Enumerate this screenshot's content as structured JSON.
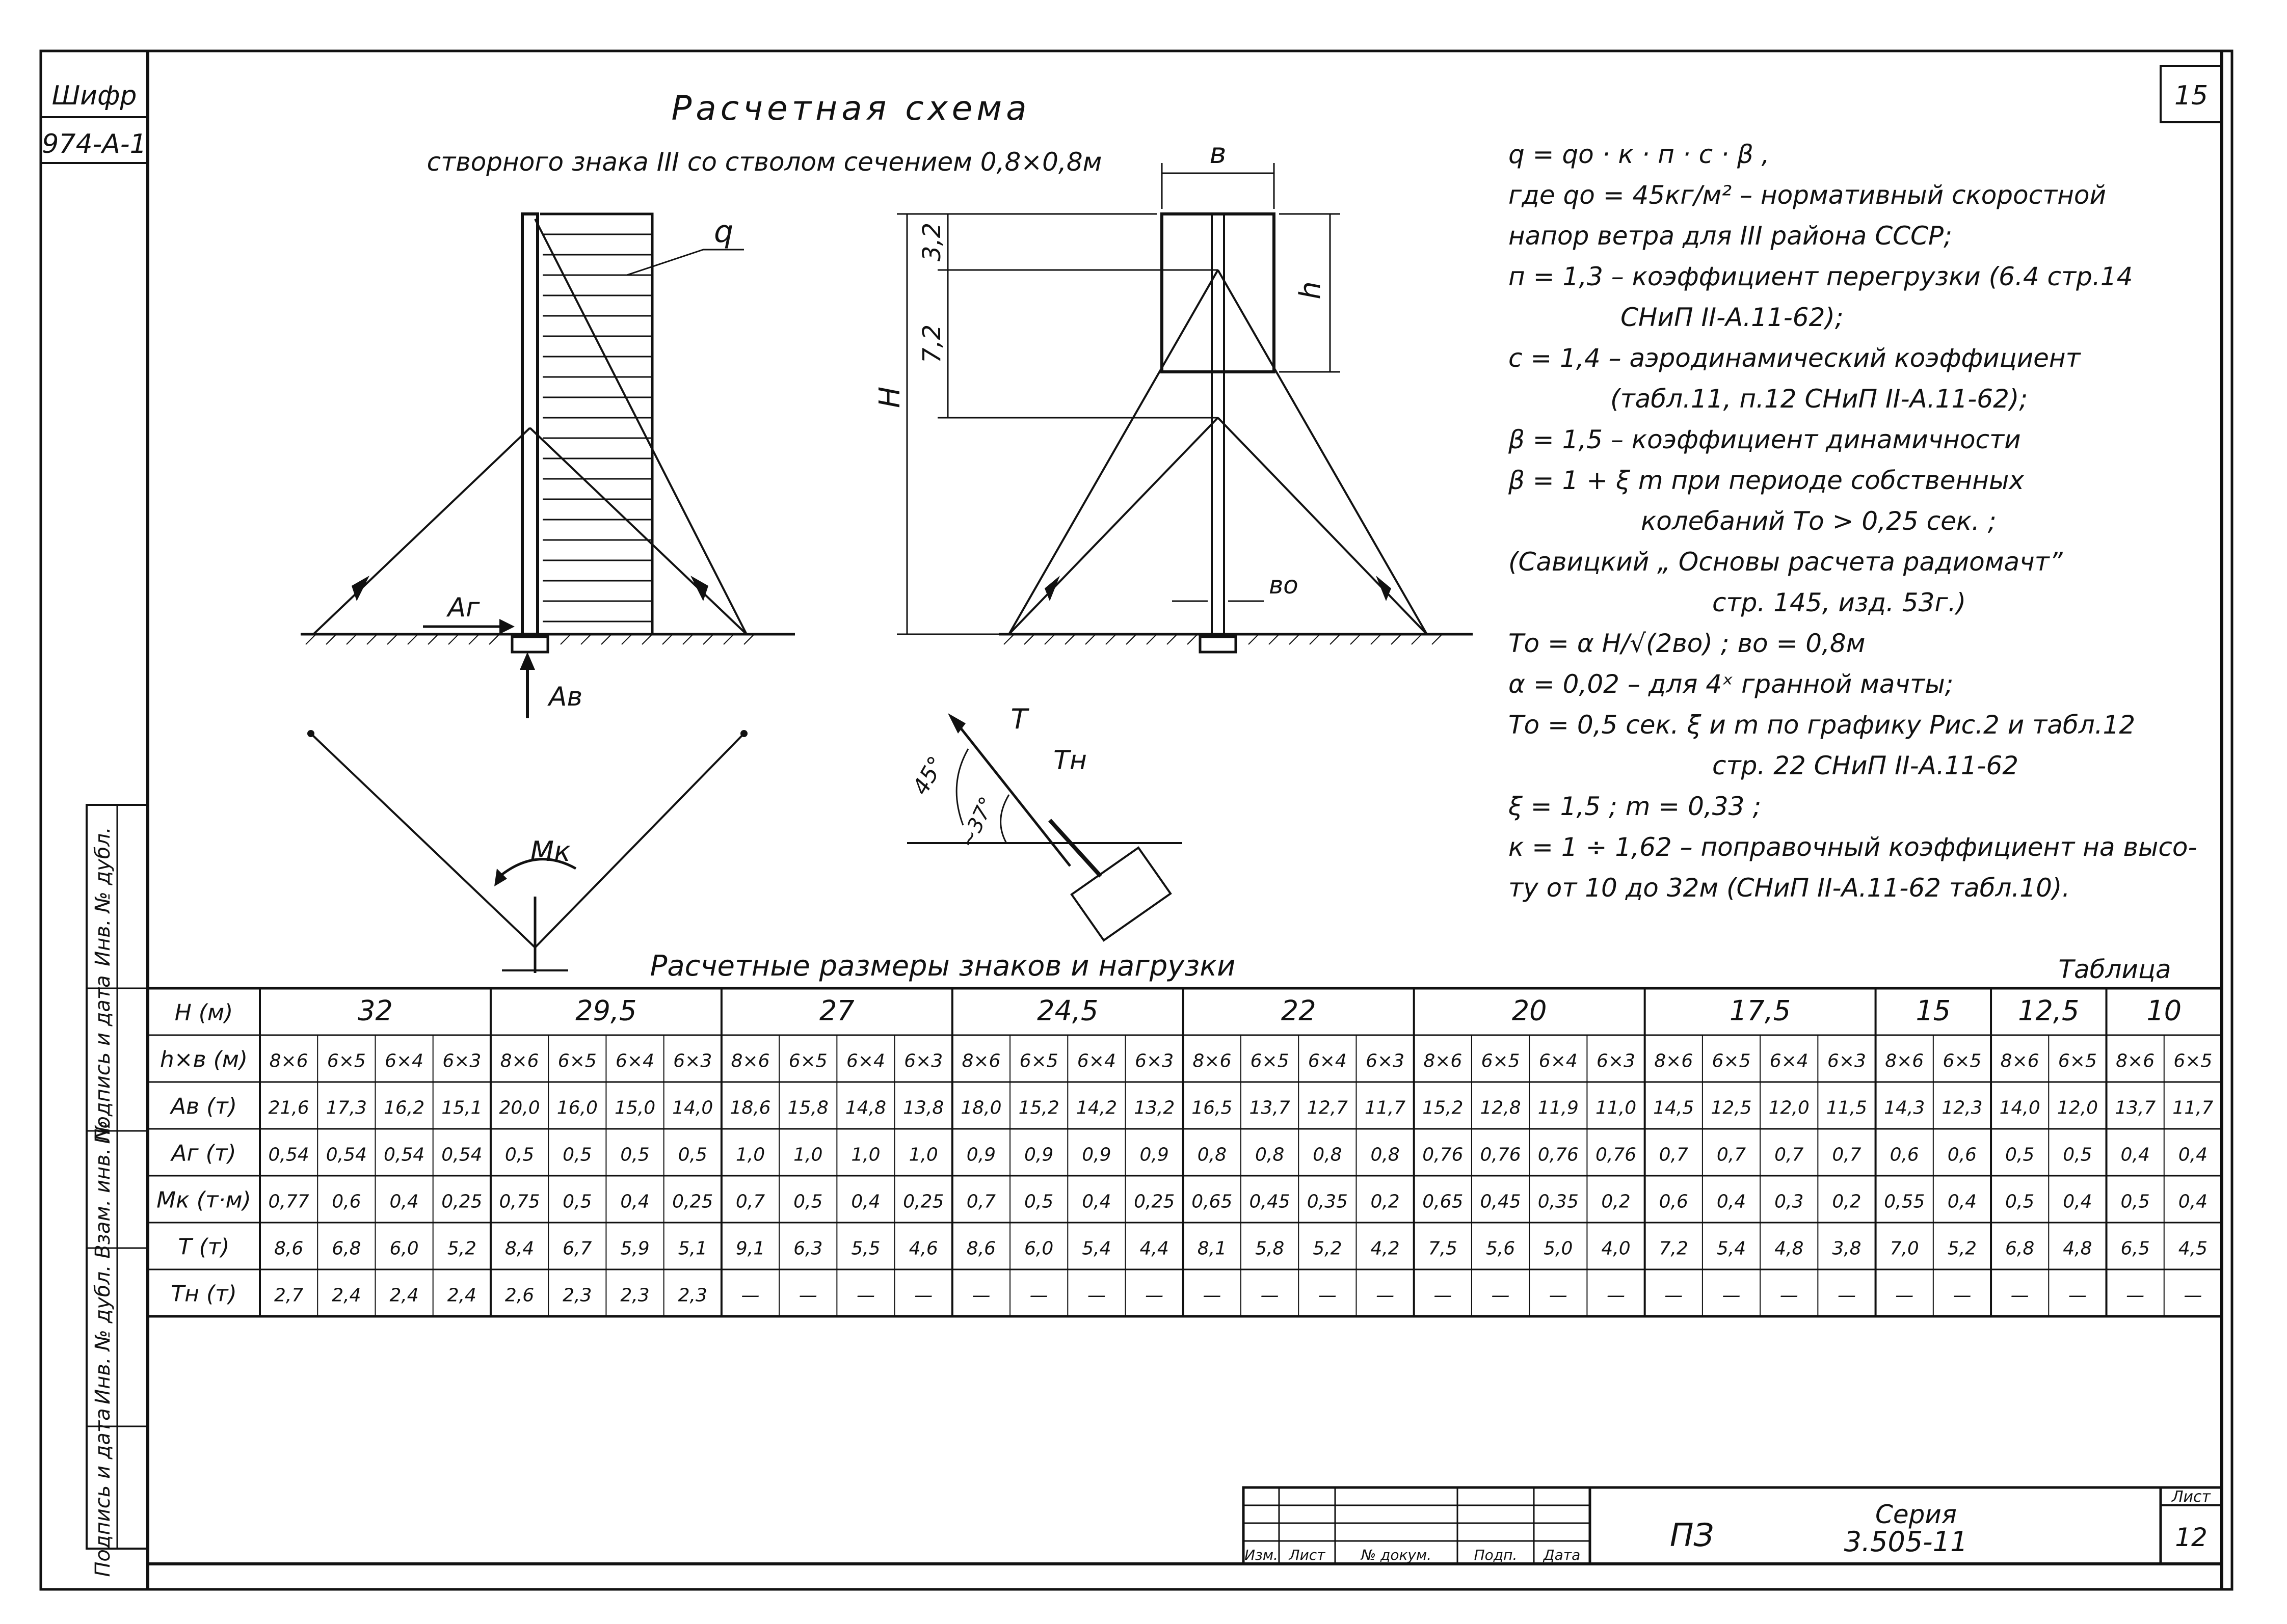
{
  "frame": {
    "cipher_label": "Шифр",
    "cipher_value": "974-А-1",
    "sheet_corner_number": "15"
  },
  "scheme": {
    "title": "Расчетная схема",
    "subtitle": "створного знака III со стволом сечением 0,8×0,8м",
    "load_label": "q",
    "reaction_horizontal": "Аг",
    "reaction_vertical": "Ав",
    "width_label": "в",
    "height_label_h": "h",
    "height_label_H": "H",
    "dim_top": "3,2",
    "dim_mid": "7,2",
    "base_width_label": "во",
    "moment_label": "Мк",
    "guy_tension": "Т",
    "guy_tension_h": "Тн",
    "angle_45": "45°",
    "angle_37": "~37°"
  },
  "notes": [
    "q = qo · к · п · с · β ,",
    "где qo = 45кг/м² – нормативный скоростной",
    "напор ветра для III района СССР;",
    "п = 1,3 – коэффициент перегрузки (6.4 стр.14",
    "СНиП II-А.11-62);",
    "с = 1,4 – аэродинамический коэффициент",
    "(табл.11, п.12 СНиП II-А.11-62);",
    "β = 1,5 – коэффициент динамичности",
    "β = 1 + ξ m  при периоде собственных",
    "колебаний То > 0,25 сек. ;",
    "(Савицкий „ Основы расчета радиомачт”",
    "стр. 145, изд. 53г.)",
    "То = α H/√(2во) ;          во = 0,8м",
    "α = 0,02 – для 4ˣ гранной мачты;",
    "То = 0,5 сек.  ξ и m  по графику Рис.2 и табл.12",
    "стр. 22  СНиП II-А.11-62",
    "ξ = 1,5 ;  m = 0,33 ;",
    "к = 1 ÷ 1,62 – поправочный коэффициент на высо-",
    "ту от 10 до 32м (СНиП II-А.11-62 табл.10)."
  ],
  "table": {
    "caption": "Расчетные размеры знаков и нагрузки",
    "label": "Таблица",
    "heights": [
      "32",
      "29,5",
      "27",
      "24,5",
      "22",
      "20",
      "17,5",
      "15",
      "12,5",
      "10"
    ],
    "rows": [
      {
        "label": "H (м)"
      },
      {
        "label": "h×в (м)",
        "cells": [
          "8×6",
          "6×5",
          "6×4",
          "6×3",
          "8×6",
          "6×5",
          "6×4",
          "6×3",
          "8×6",
          "6×5",
          "6×4",
          "6×3",
          "8×6",
          "6×5",
          "6×4",
          "6×3",
          "8×6",
          "6×5",
          "6×4",
          "6×3",
          "8×6",
          "6×5",
          "6×4",
          "6×3",
          "8×6",
          "6×5",
          "6×4",
          "6×3",
          "8×6",
          "6×5",
          "8×6",
          "6×5",
          "8×6",
          "6×5"
        ]
      },
      {
        "label": "Ав (т)",
        "cells": [
          "21,6",
          "17,3",
          "16,2",
          "15,1",
          "20,0",
          "16,0",
          "15,0",
          "14,0",
          "18,6",
          "15,8",
          "14,8",
          "13,8",
          "18,0",
          "15,2",
          "14,2",
          "13,2",
          "16,5",
          "13,7",
          "12,7",
          "11,7",
          "15,2",
          "12,8",
          "11,9",
          "11,0",
          "14,5",
          "12,5",
          "12,0",
          "11,5",
          "14,3",
          "12,3",
          "14,0",
          "12,0",
          "13,7",
          "11,7"
        ]
      },
      {
        "label": "Аг (т)",
        "cells": [
          "0,54",
          "0,54",
          "0,54",
          "0,54",
          "0,5",
          "0,5",
          "0,5",
          "0,5",
          "1,0",
          "1,0",
          "1,0",
          "1,0",
          "0,9",
          "0,9",
          "0,9",
          "0,9",
          "0,8",
          "0,8",
          "0,8",
          "0,8",
          "0,76",
          "0,76",
          "0,76",
          "0,76",
          "0,7",
          "0,7",
          "0,7",
          "0,7",
          "0,6",
          "0,6",
          "0,5",
          "0,5",
          "0,4",
          "0,4"
        ]
      },
      {
        "label": "Мк (т·м)",
        "cells": [
          "0,77",
          "0,6",
          "0,4",
          "0,25",
          "0,75",
          "0,5",
          "0,4",
          "0,25",
          "0,7",
          "0,5",
          "0,4",
          "0,25",
          "0,7",
          "0,5",
          "0,4",
          "0,25",
          "0,65",
          "0,45",
          "0,35",
          "0,2",
          "0,65",
          "0,45",
          "0,35",
          "0,2",
          "0,6",
          "0,4",
          "0,3",
          "0,2",
          "0,55",
          "0,4",
          "0,5",
          "0,4",
          "0,5",
          "0,4"
        ]
      },
      {
        "label": "Т (т)",
        "cells": [
          "8,6",
          "6,8",
          "6,0",
          "5,2",
          "8,4",
          "6,7",
          "5,9",
          "5,1",
          "9,1",
          "6,3",
          "5,5",
          "4,6",
          "8,6",
          "6,0",
          "5,4",
          "4,4",
          "8,1",
          "5,8",
          "5,2",
          "4,2",
          "7,5",
          "5,6",
          "5,0",
          "4,0",
          "7,2",
          "5,4",
          "4,8",
          "3,8",
          "7,0",
          "5,2",
          "6,8",
          "4,8",
          "6,5",
          "4,5"
        ]
      },
      {
        "label": "Тн (т)",
        "cells": [
          "2,7",
          "2,4",
          "2,4",
          "2,4",
          "2,6",
          "2,3",
          "2,3",
          "2,3",
          "—",
          "—",
          "—",
          "—",
          "—",
          "—",
          "—",
          "—",
          "—",
          "—",
          "—",
          "—",
          "—",
          "—",
          "—",
          "—",
          "—",
          "—",
          "—",
          "—",
          "—",
          "—",
          "—",
          "—",
          "—",
          "—"
        ]
      }
    ]
  },
  "side_stamp": [
    "Инв. № дубл.",
    "Подпись и дата",
    "Взам. инв. №",
    "Инв. № дубл.",
    "Подпись и дата"
  ],
  "title_block": {
    "headers": [
      "Изм.",
      "Лист",
      "№ докум.",
      "Подп.",
      "Дата"
    ],
    "doc_code": "ПЗ",
    "series_label": "Серия",
    "series_value": "3.505-11",
    "sheet_label": "Лист",
    "sheet_value": "12"
  }
}
